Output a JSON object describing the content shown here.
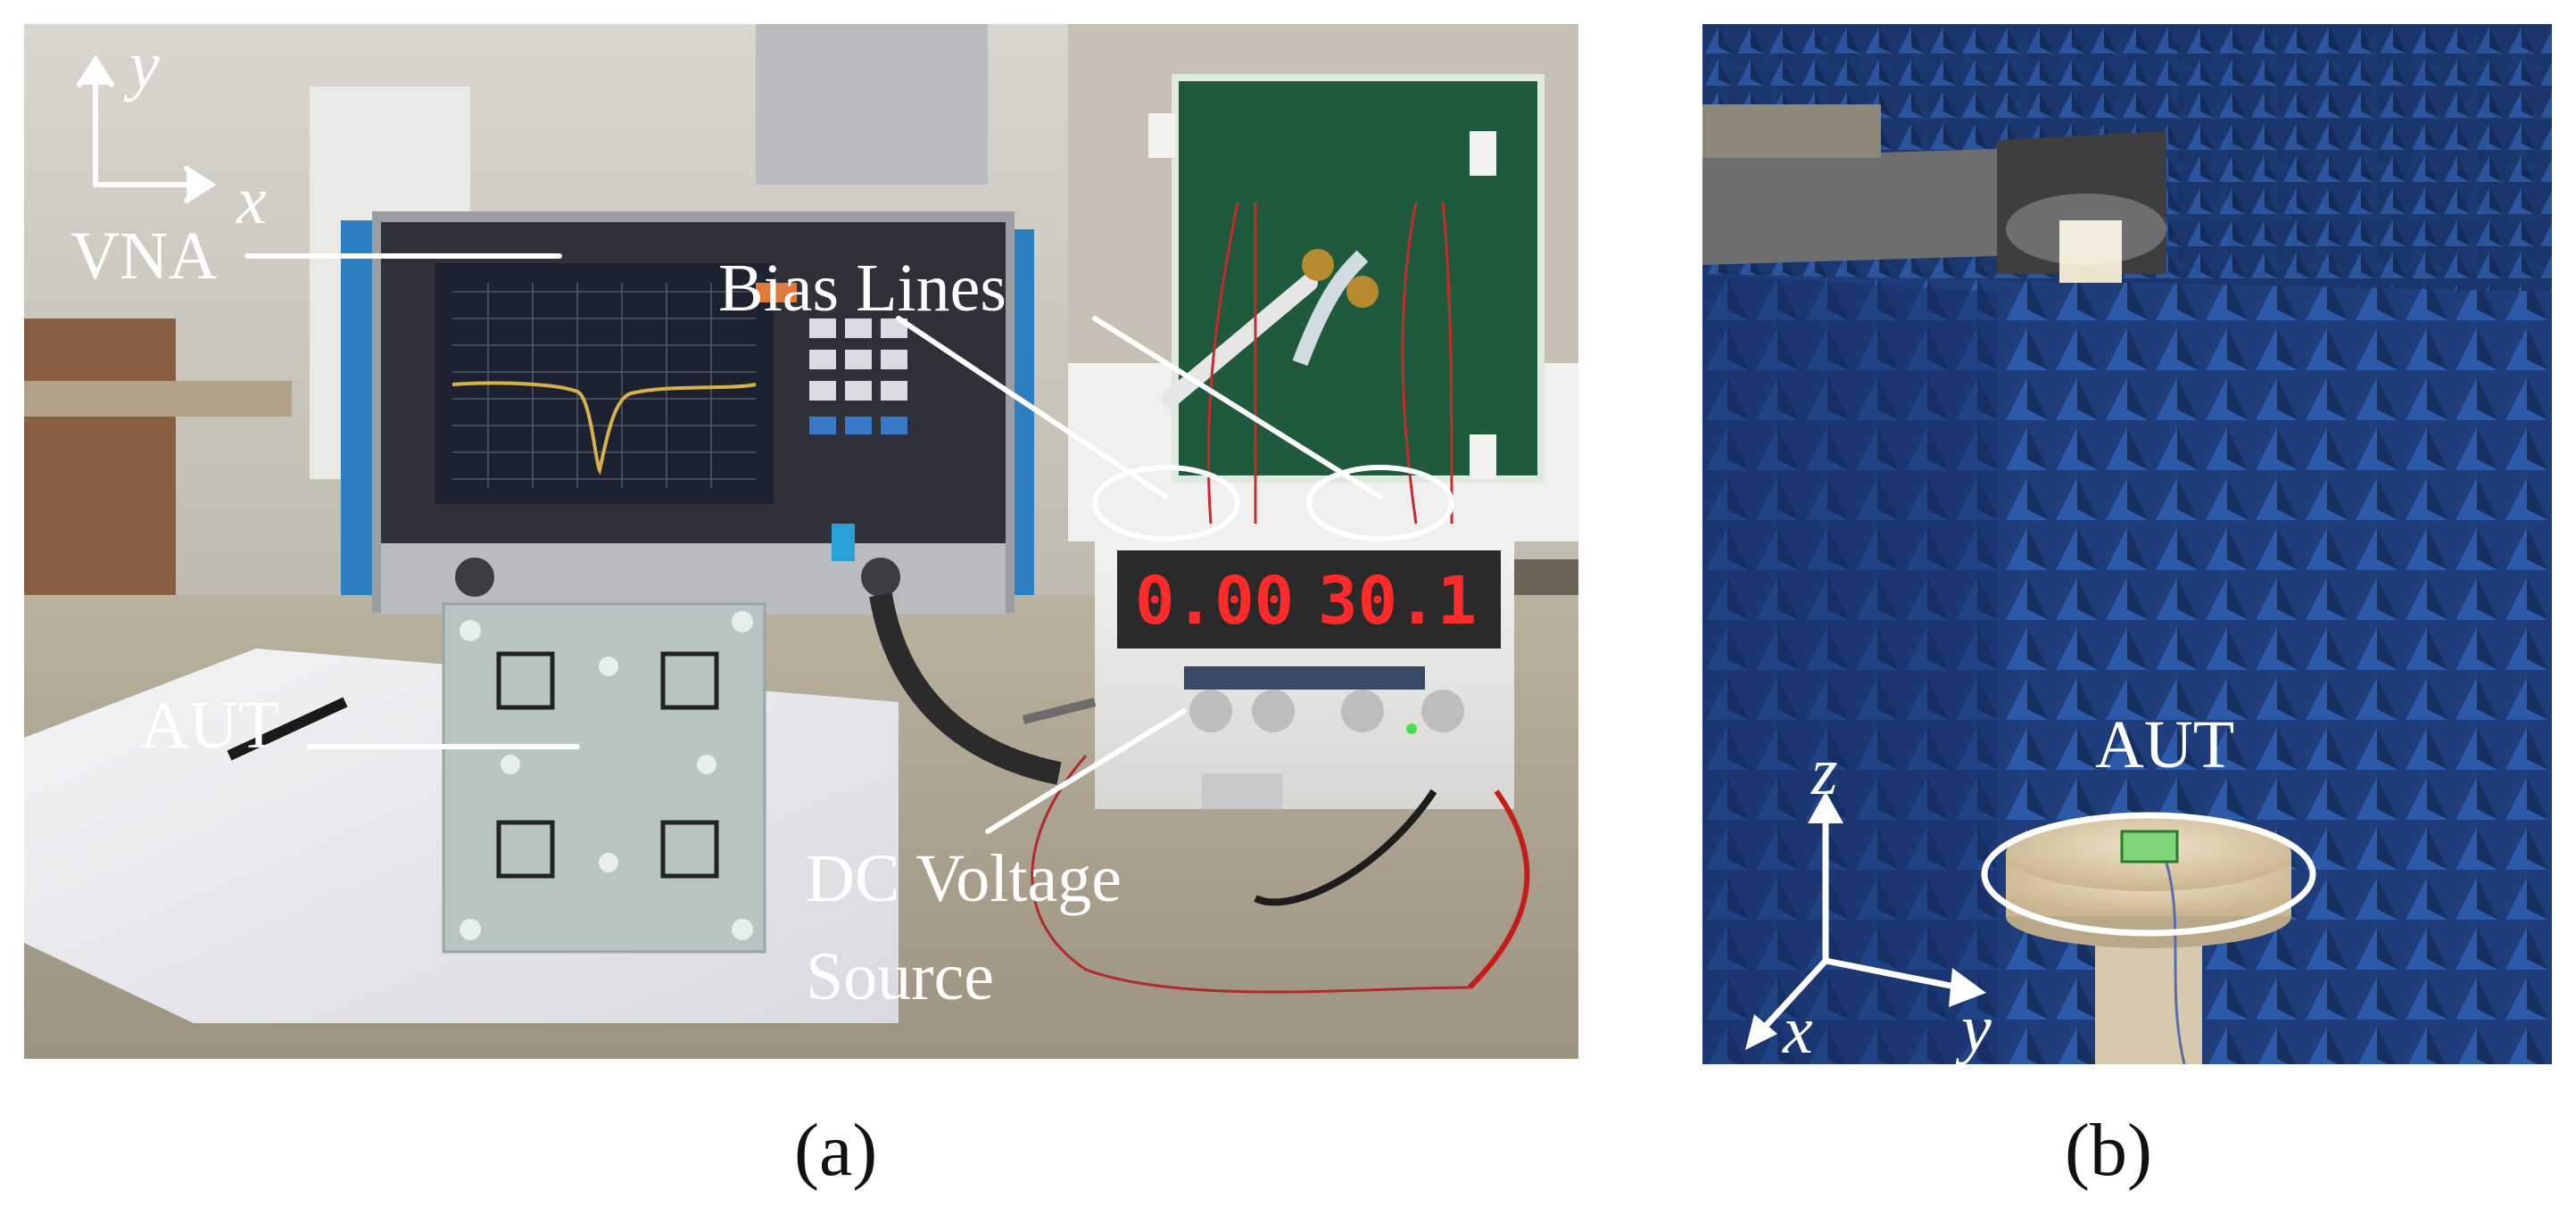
{
  "figure": {
    "panel_a": {
      "caption": "(a)",
      "labels": {
        "axis_y": "y",
        "axis_x": "x",
        "vna": "VNA",
        "bias_lines": "Bias Lines",
        "aut": "AUT",
        "dc_source_line1": "DC Voltage",
        "dc_source_line2": "Source"
      },
      "psu_display": {
        "current": "0.00",
        "voltage": "30.1"
      }
    },
    "panel_b": {
      "caption": "(b)",
      "labels": {
        "axis_z": "z",
        "axis_x": "x",
        "axis_y": "y",
        "aut": "AUT"
      }
    },
    "colors": {
      "annotation": "#ffffff",
      "absorber": "#1f3d7a",
      "pcb_green": "#1f5a3c",
      "led_red": "#ff2a2a"
    }
  }
}
